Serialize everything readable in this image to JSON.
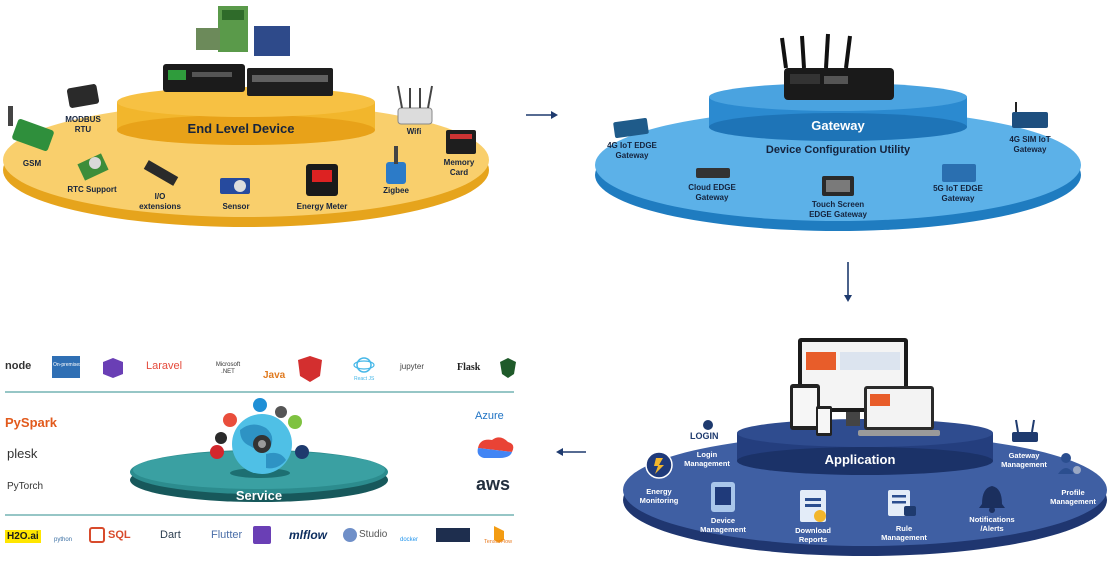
{
  "end_device": {
    "title": "End Level Device",
    "items": [
      "GSM",
      "MODBUS\nRTU",
      "RTC Support",
      "I/O\nextensions",
      "Sensor",
      "Energy Meter",
      "Zigbee",
      "Wifi",
      "Memory\nCard"
    ]
  },
  "gateway": {
    "title": "Gateway",
    "subtitle": "Device Configuration Utility",
    "items": [
      "4G IoT EDGE\nGateway",
      "Cloud EDGE\nGateway",
      "Touch Screen\nEDGE Gateway",
      "5G IoT EDGE\nGateway",
      "4G SIM IoT\nGateway"
    ]
  },
  "application": {
    "title": "Application",
    "login_icon_text": "LOGIN",
    "items": [
      "Login\nManagement",
      "Energy\nMonitoring",
      "Device\nManagement",
      "Download\nReports",
      "Rule\nManagement",
      "Notifications\n/Alerts",
      "Gateway\nManagement",
      "Profile\nManagement"
    ]
  },
  "service": {
    "title": "Service",
    "top_logos": [
      "node",
      "On-premises",
      "Laravel",
      "Microsoft .NET",
      "Java",
      "React JS",
      "jupyter",
      "Flask"
    ],
    "left_logos": [
      "PySpark",
      "plesk",
      "PyTorch"
    ],
    "right_logos": [
      "Azure",
      "aws"
    ],
    "bottom_logos": [
      "H2O.ai",
      "python",
      "SQL",
      "Dart",
      "Flutter",
      "mlflow",
      "Studio",
      "docker",
      "TensorFlow"
    ]
  },
  "colors": {
    "end_device_disk": "#f9cf6c",
    "end_device_band": "#f2b62c",
    "gateway_disk": "#5cb1e8",
    "gateway_band": "#2b8ad0",
    "application_disk": "#3f5fa3",
    "application_band": "#243e7e",
    "service_disk": "#2c8c8e",
    "service_band": "#1d6f72",
    "arrow": "#1e3a6e"
  },
  "icons": [
    "router-icon",
    "sensor-icon",
    "energy-meter-icon",
    "gateway-device-icon",
    "laptop-icon",
    "cloud-icon",
    "globe-icon"
  ]
}
